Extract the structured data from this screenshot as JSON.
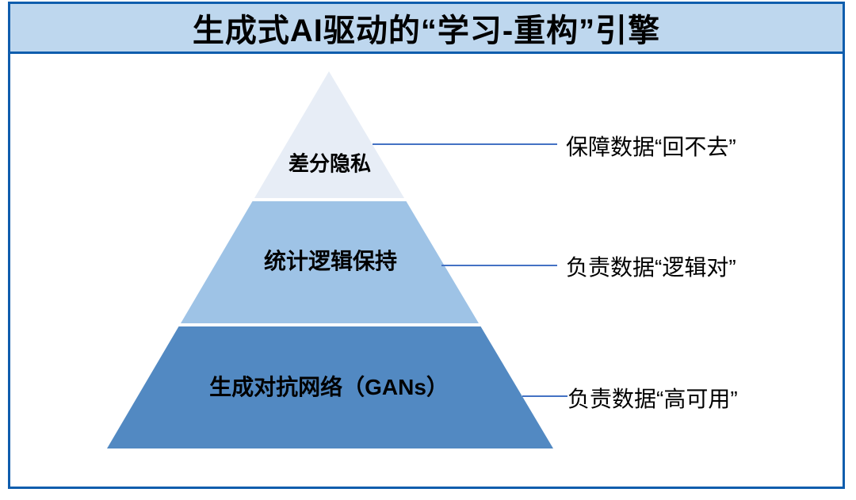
{
  "header": {
    "title": "生成式AI驱动的“学习-重构”引擎"
  },
  "pyramid": {
    "tiers": [
      {
        "position": "top",
        "label": "差分隐私",
        "fill": "#e7edf6",
        "annotation": "保障数据“回不去”"
      },
      {
        "position": "middle",
        "label": "统计逻辑保持",
        "fill": "#9ec3e6",
        "annotation": "负责数据“逻辑对”"
      },
      {
        "position": "bottom",
        "label": "生成对抗网络（GANs）",
        "fill": "#5289c2",
        "annotation": "负责数据“高可用”"
      }
    ]
  },
  "colors": {
    "frame_border": "#0f5dad",
    "banner_background": "#bed7ee",
    "connector_line": "#4472c4",
    "text": "#000000"
  }
}
